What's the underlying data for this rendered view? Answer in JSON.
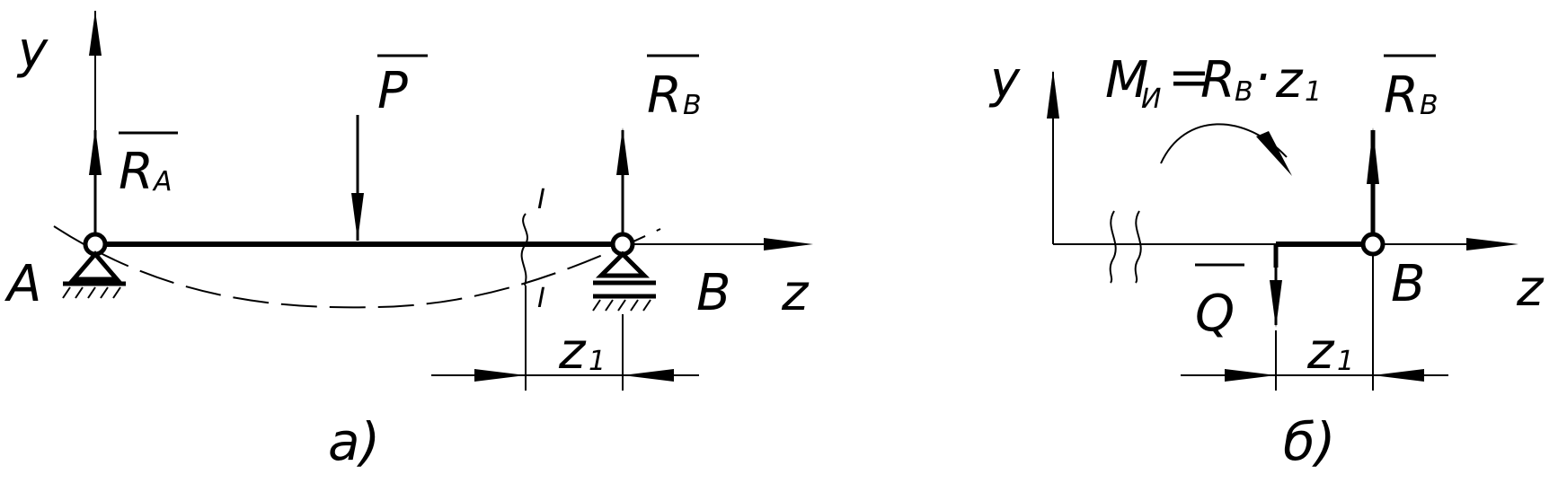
{
  "diagram_a": {
    "axis_y": "y",
    "axis_z": "z",
    "point_a": "A",
    "point_b": "B",
    "force_p": "P",
    "reaction_a": {
      "main": "R",
      "sub": "A"
    },
    "reaction_b": {
      "main": "R",
      "sub": "B"
    },
    "dim_z1": {
      "main": "z",
      "sub": "1"
    },
    "section_mark_top": "I",
    "section_mark_bottom": "I",
    "caption": "a)"
  },
  "diagram_b": {
    "axis_y": "y",
    "axis_z": "z",
    "point_b": "B",
    "reaction_b": {
      "main": "R",
      "sub": "B"
    },
    "shear_q": "Q",
    "moment_formula": {
      "m": "M",
      "m_sub": "И",
      "equals": "=",
      "r": "R",
      "r_sub": "B",
      "dot": "·",
      "z": "z",
      "z_sub": "1"
    },
    "dim_z1": {
      "main": "z",
      "sub": "1"
    },
    "caption": "б)"
  }
}
